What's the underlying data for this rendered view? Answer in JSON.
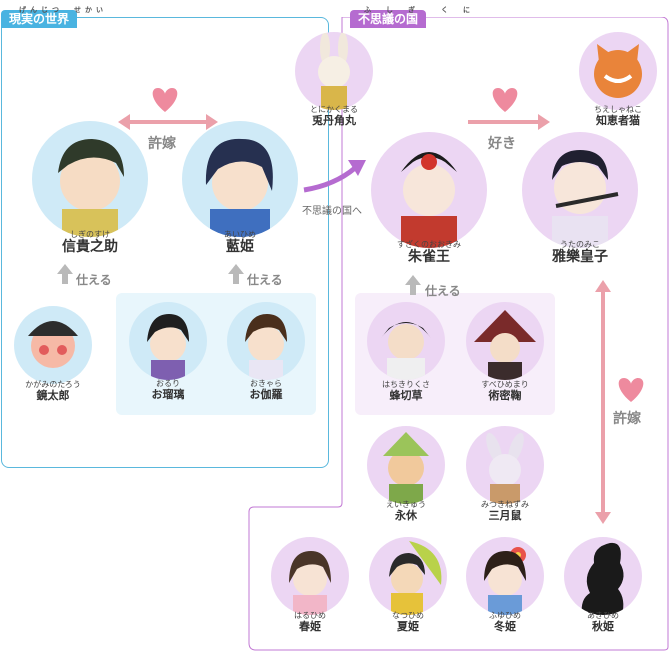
{
  "real_world": {
    "ruby": "げんじつ　せかい",
    "label": "現実の世界",
    "relation_engaged": "許嫁",
    "serves_1": "仕える",
    "serves_2": "仕える",
    "to_wonderland": "不思議の国へ",
    "characters": [
      {
        "ruby": "しぎのすけ",
        "name": "信貴之助"
      },
      {
        "ruby": "あいひめ",
        "name": "藍姫"
      },
      {
        "ruby": "かがみのたろう",
        "name": "鏡太郎"
      },
      {
        "ruby": "おるり",
        "name": "お瑠璃"
      },
      {
        "ruby": "おきゃら",
        "name": "お伽羅"
      }
    ]
  },
  "wonderland": {
    "ruby": "ふ　し　ぎ　　く　に",
    "label": "不思議の国",
    "relation_like": "好き",
    "relation_engaged": "許嫁",
    "serves": "仕える",
    "characters": [
      {
        "ruby": "とにかくまる",
        "name": "兎丹角丸"
      },
      {
        "ruby": "ちえしゃねこ",
        "name": "知恵者猫"
      },
      {
        "ruby": "すざくのおおきみ",
        "name": "朱雀王"
      },
      {
        "ruby": "うたのみこ",
        "name": "雅樂皇子"
      },
      {
        "ruby": "はちきりくさ",
        "name": "蜂切草"
      },
      {
        "ruby": "すべひめまり",
        "name": "術密鞠"
      },
      {
        "ruby": "えいきゅう",
        "name": "永休"
      },
      {
        "ruby": "みつきねずみ",
        "name": "三月鼠"
      },
      {
        "ruby": "はるひめ",
        "name": "春姫"
      },
      {
        "ruby": "なつひめ",
        "name": "夏姫"
      },
      {
        "ruby": "ふゆひめ",
        "name": "冬姫"
      },
      {
        "ruby": "あきひめ",
        "name": "秋姫"
      }
    ]
  },
  "colors": {
    "real_accent": "#49b3e1",
    "wonderland_accent": "#b56bd0",
    "heart": "#ee8a9e",
    "arrow": "#eba0aa"
  }
}
